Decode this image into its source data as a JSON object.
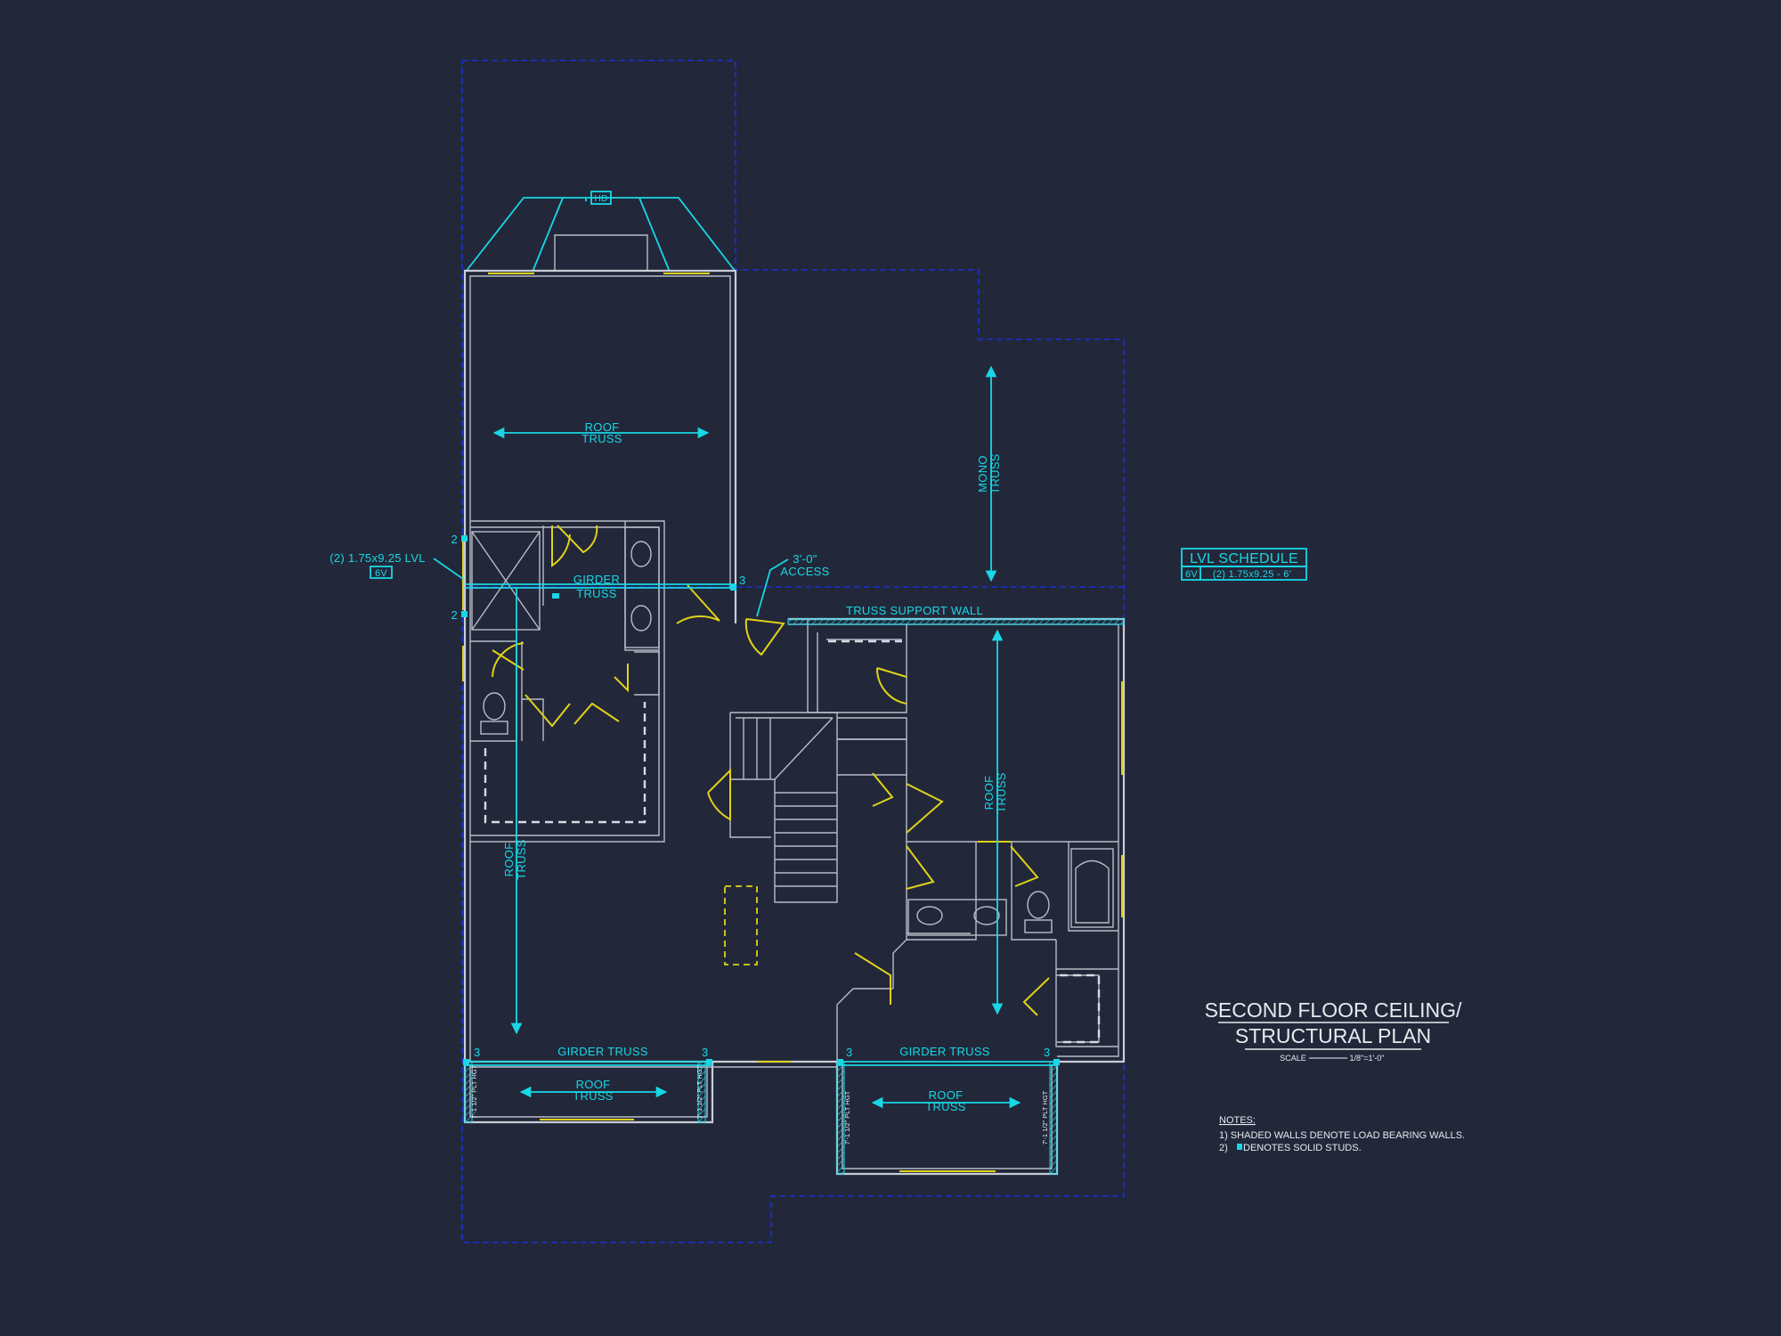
{
  "title": {
    "line1": "SECOND FLOOR CEILING/",
    "line2": "STRUCTURAL PLAN",
    "scale_label": "SCALE",
    "scale_value": "1/8\"=1'-0\""
  },
  "notes": {
    "heading": "NOTES:",
    "items": [
      "1) SHADED WALLS DENOTE LOAD BEARING WALLS.",
      "2) ",
      "DENOTES SOLID STUDS."
    ]
  },
  "lvl_schedule": {
    "title": "LVL SCHEDULE",
    "tag": "6V",
    "spec": "(2) 1.75x9.25 - 6'"
  },
  "callouts": {
    "lvl_note": "(2) 1.75x9.25 LVL",
    "lvl_tag": "6V",
    "hd": "HD",
    "access_size": "3'-0\"",
    "access": "ACCESS",
    "truss_support_wall": "TRUSS SUPPORT WALL",
    "roof": "ROOF",
    "truss": "TRUSS",
    "girder": "GIRDER",
    "girder_truss": "GIRDER TRUSS",
    "mono": "MONO",
    "plt_hgt": "7'-1 1/2\" PLT HGT",
    "stud_count_2": "2",
    "stud_count_3": "3"
  },
  "colors": {
    "background": "#222839",
    "walls": "#c9cdd8",
    "annotation": "#18d7e6",
    "outline": "#1b2fd6",
    "windows_doors": "#e0d21a"
  }
}
